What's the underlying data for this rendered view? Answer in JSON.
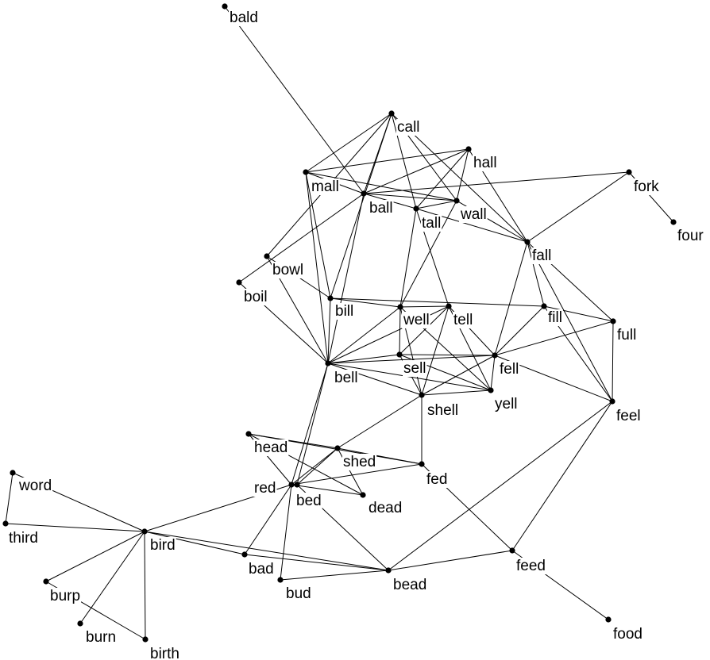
{
  "graph": {
    "nodes": [
      {
        "id": "bald",
        "label": "bald"
      },
      {
        "id": "call",
        "label": "call"
      },
      {
        "id": "hall",
        "label": "hall"
      },
      {
        "id": "fork",
        "label": "fork"
      },
      {
        "id": "mall",
        "label": "mall"
      },
      {
        "id": "ball",
        "label": "ball"
      },
      {
        "id": "wall",
        "label": "wall"
      },
      {
        "id": "tall",
        "label": "tall"
      },
      {
        "id": "four",
        "label": "four"
      },
      {
        "id": "fall",
        "label": "fall"
      },
      {
        "id": "bowl",
        "label": "bowl"
      },
      {
        "id": "boil",
        "label": "boil"
      },
      {
        "id": "bill",
        "label": "bill"
      },
      {
        "id": "well",
        "label": "well"
      },
      {
        "id": "tell",
        "label": "tell"
      },
      {
        "id": "fill",
        "label": "fill"
      },
      {
        "id": "full",
        "label": "full"
      },
      {
        "id": "bell",
        "label": "bell"
      },
      {
        "id": "sell",
        "label": "sell"
      },
      {
        "id": "fell",
        "label": "fell"
      },
      {
        "id": "shell",
        "label": "shell"
      },
      {
        "id": "yell",
        "label": "yell"
      },
      {
        "id": "feel",
        "label": "feel"
      },
      {
        "id": "head",
        "label": "head"
      },
      {
        "id": "shed",
        "label": "shed"
      },
      {
        "id": "fed",
        "label": "fed"
      },
      {
        "id": "red",
        "label": "red"
      },
      {
        "id": "bed",
        "label": "bed"
      },
      {
        "id": "dead",
        "label": "dead"
      },
      {
        "id": "word",
        "label": "word"
      },
      {
        "id": "third",
        "label": "third"
      },
      {
        "id": "bird",
        "label": "bird"
      },
      {
        "id": "bad",
        "label": "bad"
      },
      {
        "id": "bead",
        "label": "bead"
      },
      {
        "id": "feed",
        "label": "feed"
      },
      {
        "id": "bud",
        "label": "bud"
      },
      {
        "id": "burp",
        "label": "burp"
      },
      {
        "id": "burn",
        "label": "burn"
      },
      {
        "id": "birth",
        "label": "birth"
      },
      {
        "id": "food",
        "label": "food"
      }
    ],
    "edges": [
      [
        "bald",
        "ball"
      ],
      [
        "call",
        "mall"
      ],
      [
        "call",
        "ball"
      ],
      [
        "call",
        "tall"
      ],
      [
        "call",
        "wall"
      ],
      [
        "call",
        "fall"
      ],
      [
        "call",
        "bill"
      ],
      [
        "call",
        "bowl"
      ],
      [
        "hall",
        "mall"
      ],
      [
        "hall",
        "ball"
      ],
      [
        "hall",
        "tall"
      ],
      [
        "hall",
        "wall"
      ],
      [
        "hall",
        "fall"
      ],
      [
        "mall",
        "ball"
      ],
      [
        "mall",
        "wall"
      ],
      [
        "mall",
        "bill"
      ],
      [
        "mall",
        "bell"
      ],
      [
        "ball",
        "tall"
      ],
      [
        "ball",
        "wall"
      ],
      [
        "ball",
        "fork"
      ],
      [
        "ball",
        "bell"
      ],
      [
        "ball",
        "boil"
      ],
      [
        "tall",
        "wall"
      ],
      [
        "tall",
        "fall"
      ],
      [
        "tall",
        "well"
      ],
      [
        "tall",
        "tell"
      ],
      [
        "wall",
        "fall"
      ],
      [
        "wall",
        "well"
      ],
      [
        "fork",
        "fall"
      ],
      [
        "fork",
        "four"
      ],
      [
        "fall",
        "full"
      ],
      [
        "fall",
        "fill"
      ],
      [
        "fall",
        "feel"
      ],
      [
        "fall",
        "fell"
      ],
      [
        "bowl",
        "bill"
      ],
      [
        "bowl",
        "bell"
      ],
      [
        "boil",
        "bell"
      ],
      [
        "bill",
        "bell"
      ],
      [
        "bill",
        "fill"
      ],
      [
        "bill",
        "well"
      ],
      [
        "well",
        "tell"
      ],
      [
        "well",
        "sell"
      ],
      [
        "well",
        "bell"
      ],
      [
        "well",
        "shell"
      ],
      [
        "well",
        "yell"
      ],
      [
        "tell",
        "sell"
      ],
      [
        "tell",
        "bell"
      ],
      [
        "tell",
        "yell"
      ],
      [
        "tell",
        "shell"
      ],
      [
        "tell",
        "fell"
      ],
      [
        "fill",
        "full"
      ],
      [
        "fill",
        "feel"
      ],
      [
        "fill",
        "fell"
      ],
      [
        "full",
        "feel"
      ],
      [
        "full",
        "fell"
      ],
      [
        "bell",
        "sell"
      ],
      [
        "bell",
        "fell"
      ],
      [
        "bell",
        "shell"
      ],
      [
        "bell",
        "yell"
      ],
      [
        "bell",
        "bed"
      ],
      [
        "bell",
        "red"
      ],
      [
        "sell",
        "fell"
      ],
      [
        "sell",
        "shell"
      ],
      [
        "sell",
        "yell"
      ],
      [
        "fell",
        "shell"
      ],
      [
        "fell",
        "yell"
      ],
      [
        "fell",
        "feel"
      ],
      [
        "shell",
        "yell"
      ],
      [
        "shell",
        "shed"
      ],
      [
        "shell",
        "fed"
      ],
      [
        "feel",
        "bead"
      ],
      [
        "feel",
        "feed"
      ],
      [
        "head",
        "shed"
      ],
      [
        "head",
        "red"
      ],
      [
        "head",
        "dead"
      ],
      [
        "head",
        "fed"
      ],
      [
        "shed",
        "red"
      ],
      [
        "shed",
        "fed"
      ],
      [
        "shed",
        "dead"
      ],
      [
        "shed",
        "bed"
      ],
      [
        "red",
        "fed"
      ],
      [
        "red",
        "dead"
      ],
      [
        "red",
        "bed"
      ],
      [
        "red",
        "bird"
      ],
      [
        "red",
        "bud"
      ],
      [
        "red",
        "bad"
      ],
      [
        "bed",
        "bead"
      ],
      [
        "fed",
        "feed"
      ],
      [
        "word",
        "third"
      ],
      [
        "word",
        "bird"
      ],
      [
        "third",
        "bird"
      ],
      [
        "bird",
        "burp"
      ],
      [
        "bird",
        "burn"
      ],
      [
        "bird",
        "birth"
      ],
      [
        "bird",
        "bad"
      ],
      [
        "bird",
        "bead"
      ],
      [
        "bad",
        "bead"
      ],
      [
        "bud",
        "bead"
      ],
      [
        "bead",
        "feed"
      ],
      [
        "feed",
        "food"
      ],
      [
        "burp",
        "birth"
      ]
    ]
  }
}
